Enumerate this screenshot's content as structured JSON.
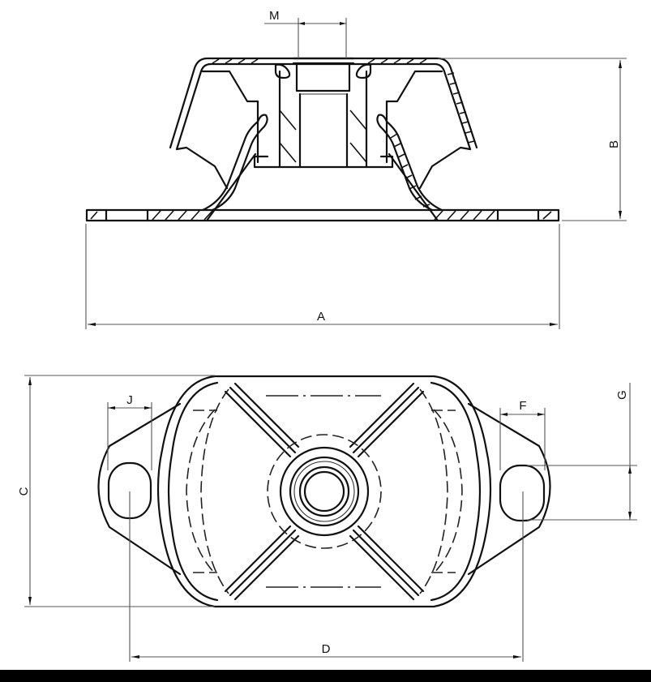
{
  "drawing": {
    "subject": "Anti-vibration rubber engine mount — sectional side view and plan view",
    "views": [
      "section-elevation",
      "plan"
    ],
    "line_color": "#111111",
    "background": "#ffffff",
    "footer_bar_color": "#000000"
  },
  "dimensions": {
    "A": {
      "label": "A",
      "meaning": "overall base length",
      "orientation": "horizontal"
    },
    "B": {
      "label": "B",
      "meaning": "overall height",
      "orientation": "vertical"
    },
    "C": {
      "label": "C",
      "meaning": "overall width",
      "orientation": "vertical"
    },
    "D": {
      "label": "D",
      "meaning": "mounting hole centre distance",
      "orientation": "horizontal"
    },
    "F": {
      "label": "F",
      "meaning": "mounting hole width",
      "orientation": "horizontal"
    },
    "G": {
      "label": "G",
      "meaning": "mounting hole length",
      "orientation": "vertical"
    },
    "J": {
      "label": "J",
      "meaning": "mounting hole width",
      "orientation": "horizontal"
    },
    "M": {
      "label": "M",
      "meaning": "threaded bore diameter",
      "orientation": "horizontal"
    }
  }
}
